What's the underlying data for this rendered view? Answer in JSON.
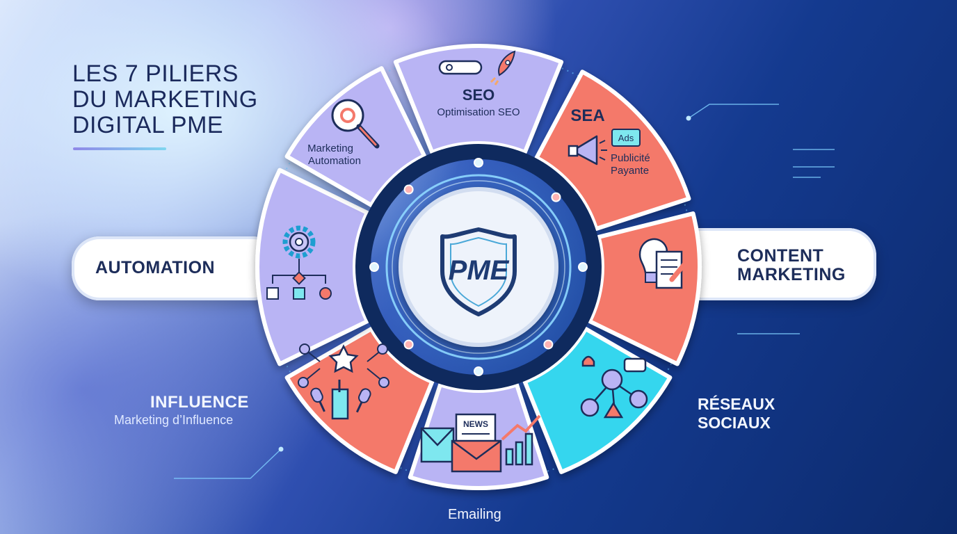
{
  "title": "LES 7 PILIERS\nDU MARKETING\nDIGITAL PME",
  "center_logo": "PME",
  "pillars": {
    "seo": {
      "title": "SEO",
      "subtitle": "Optimisation SEO"
    },
    "sea": {
      "title": "SEA",
      "badge": "Ads",
      "subtitle_line1": "Publicité",
      "subtitle_line2": "Payante"
    },
    "marketing_automation": {
      "line1": "Marketing",
      "line2": "Automation"
    },
    "automation": {
      "label": "AUTOMATION"
    },
    "content_marketing": {
      "label": "CONTENT\nMARKETING"
    },
    "influence": {
      "title": "INFLUENCE",
      "subtitle": "Marketing d’Influence"
    },
    "reseaux_sociaux": {
      "label": "RÉSEAUX\nSOCIAUX"
    },
    "emailing": {
      "label": "Emailing",
      "news": "NEWS"
    }
  },
  "colors": {
    "lavender": "#b9b4f4",
    "coral": "#f4796b",
    "cyan": "#36d6ee",
    "navy": "#0f2a5e",
    "accent_line": "#8fd8ff"
  },
  "icons": [
    "search-bar-icon",
    "rocket-icon",
    "magnifier-gear-icon",
    "megaphone-icon",
    "gear-icon",
    "flowchart-icon",
    "lightbulb-document-icon",
    "network-star-icon",
    "microphone-icon",
    "newsletter-icon",
    "growth-chart-icon",
    "social-network-icon",
    "shield-logo-icon"
  ]
}
